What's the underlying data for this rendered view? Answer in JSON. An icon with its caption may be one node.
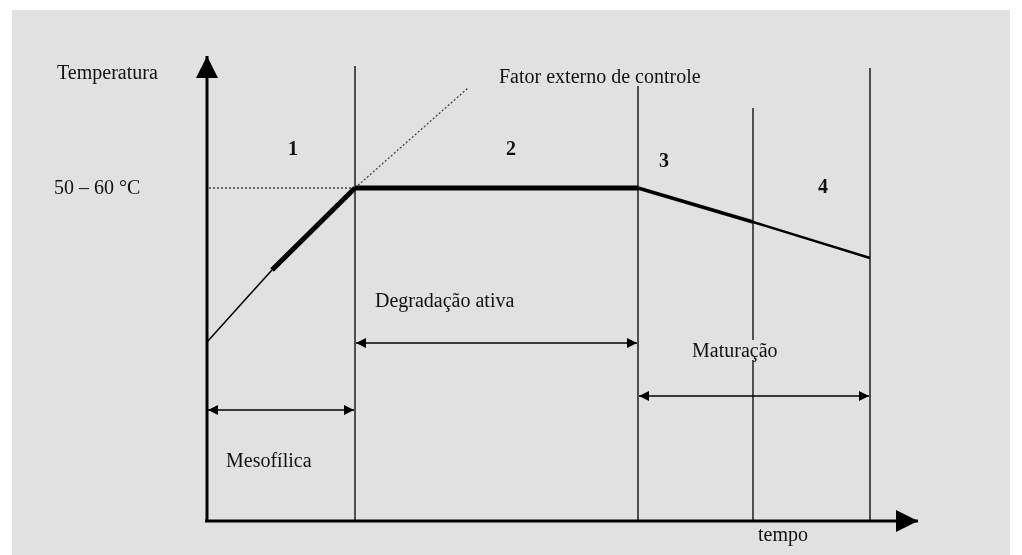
{
  "diagram": {
    "labels": [
      "Temperatura",
      "Fator externo de controle",
      "1",
      "2",
      "3",
      "4",
      "50 – 60 °C",
      "Degradação ativa",
      "Maturação",
      "Mesofílica",
      "tempo"
    ]
  }
}
